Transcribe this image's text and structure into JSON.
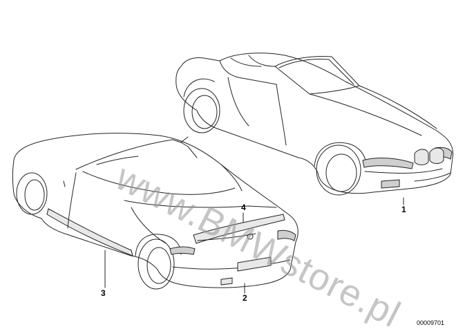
{
  "callouts": {
    "c1": "1",
    "c2": "2",
    "c3": "3",
    "c4": "4"
  },
  "reference_number": "00009701",
  "watermark": "www.BMWstore.pl",
  "colors": {
    "line": "#222222",
    "watermark": "#969696"
  }
}
